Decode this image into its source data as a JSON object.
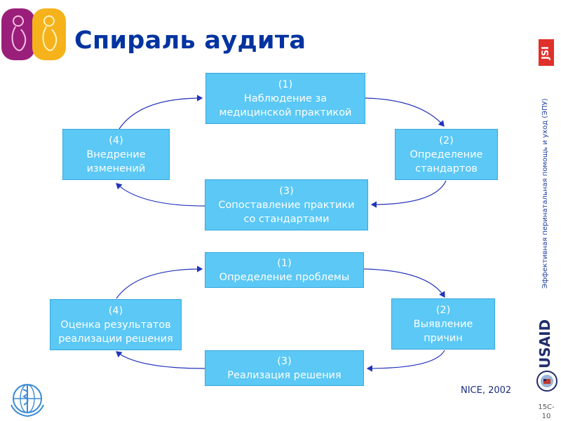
{
  "header": {
    "title": "Спираль аудита"
  },
  "spiral_top": {
    "box1": "(1)\nНаблюдение за\nмедицинской практикой",
    "box2": "(2)\nОпределение\nстандартов",
    "box3": "(3)\nСопоставление практики\nсо стандартами",
    "box4": "(4)\nВнедрение\nизменений"
  },
  "spiral_bottom": {
    "box1": "(1)\nОпределение проблемы",
    "box2": "(2)\nВыявление\nпричин",
    "box3": "(3)\nРеализация решения",
    "box4": "(4)\nОценка результатов\nреализации решения"
  },
  "footer": {
    "source": "NICE, 2002",
    "slide_number": "15C-\n10"
  },
  "sidebar": {
    "vertical_text": "Эффективная перинатальная помощь и уход (ЭПУ)",
    "jsi_logo": "JSI",
    "usaid_logo": "USAID"
  },
  "icons": {
    "left_logo": "pregnant-woman-logo-icon",
    "who_logo": "who-emblem-icon",
    "seal": "us-seal-icon"
  },
  "colors": {
    "box_fill": "#5bc8f5",
    "title": "#0033a0",
    "arrow": "#2233bb",
    "jsi": "#e0302b"
  }
}
